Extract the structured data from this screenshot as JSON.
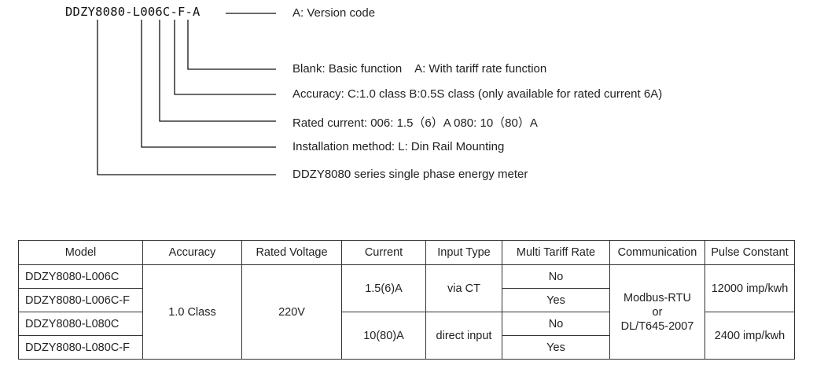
{
  "model_code": {
    "full": "DDZY8080-L006C-F-A"
  },
  "legend": [
    {
      "label": "A: Version code"
    },
    {
      "label": "Blank: Basic function    A: With tariff rate function"
    },
    {
      "label": "Accuracy: C:1.0 class B:0.5S class (only available for rated current 6A)"
    },
    {
      "label": "Rated current: 006: 1.5（6）A 080: 10（80）A"
    },
    {
      "label": "Installation method: L: Din Rail Mounting"
    },
    {
      "label": "DDZY8080 series single phase energy meter"
    }
  ],
  "table": {
    "headers": [
      "Model",
      "Accuracy",
      "Rated Voltage",
      "Current",
      "Input Type",
      "Multi Tariff Rate",
      "Communication",
      "Pulse Constant"
    ],
    "models": [
      "DDZY8080-L006C",
      "DDZY8080-L006C-F",
      "DDZY8080-L080C",
      "DDZY8080-L080C-F"
    ],
    "accuracy": "1.0 Class",
    "voltage": "220V",
    "currents": [
      "1.5(6)A",
      "10(80)A"
    ],
    "input_types": [
      "via CT",
      "direct input"
    ],
    "tariff": [
      "No",
      "Yes",
      "No",
      "Yes"
    ],
    "communication": [
      "Modbus-RTU",
      "or",
      "DL/T645-2007"
    ],
    "pulse": [
      "12000 imp/kwh",
      "2400 imp/kwh"
    ]
  }
}
